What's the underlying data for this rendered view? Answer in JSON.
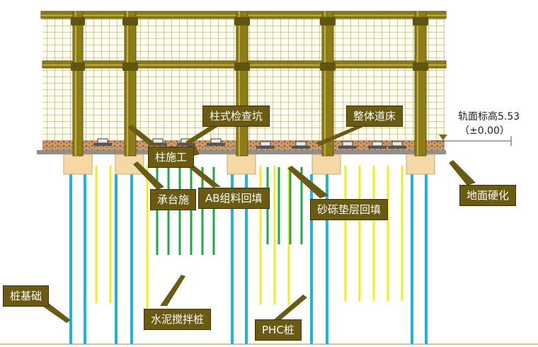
{
  "labels": {
    "column_inspection_pit": "柱式检查坑",
    "integral_track_bed": "整体道床",
    "column_construction": "柱施工",
    "cap_construction": "承台施",
    "ab_backfill": "AB组料回填",
    "gravel_backfill": "砂砾垫层回填",
    "ground_hardening": "地面硬化",
    "pile_foundation": "桩基础",
    "cement_mixing_pile": "水泥搅拌桩",
    "phc_pile": "PHC桩"
  },
  "rail_level": {
    "line1": "轨面标高5.53",
    "line2": "（±0.00）"
  },
  "colors": {
    "frame": "#8c7d16",
    "frame_dark": "#5f5410",
    "mesh": "#b3a23a",
    "ground": "#8e8e8e",
    "gravel": "#b07f52",
    "cap": "#f4d9a6",
    "pile_blue": "#22b2de",
    "pile_yellow": "#f2ec24",
    "pile_green": "#1fa64a",
    "label_bg": "#6b5b12"
  }
}
